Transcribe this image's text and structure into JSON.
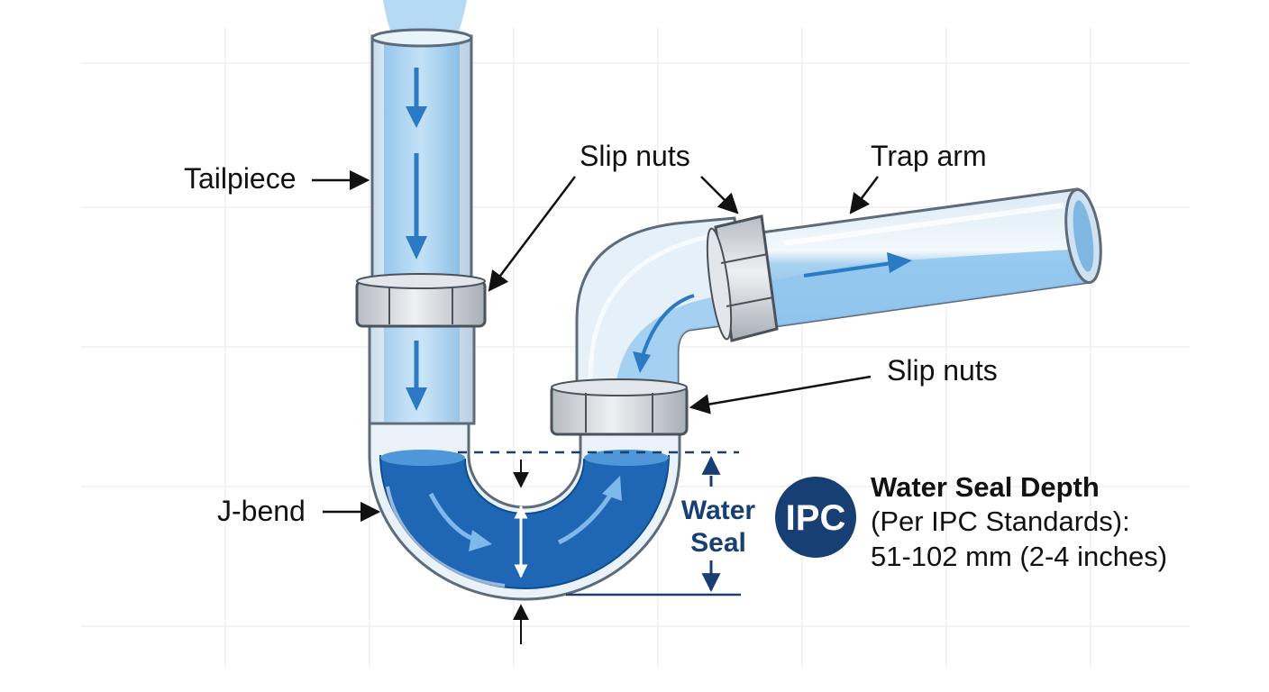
{
  "labels": {
    "tailpiece": "Tailpiece",
    "slip_nuts_top": "Slip nuts",
    "trap_arm": "Trap arm",
    "slip_nuts_right": "Slip nuts",
    "j_bend": "J-bend"
  },
  "water_seal": {
    "line1": "Water",
    "line2": "Seal"
  },
  "standard": {
    "badge": "IPC",
    "title": "Water Seal Depth",
    "line1": "(Per IPC Standards):",
    "line2": "51-102 mm (2-4 inches)"
  },
  "colors": {
    "water_light": "#a9d2f0",
    "water_deep": "#1f67b5",
    "accent_navy": "#173f73",
    "nut_gray": "#d4d7dc",
    "pipe_glass": "#e4eef6"
  }
}
